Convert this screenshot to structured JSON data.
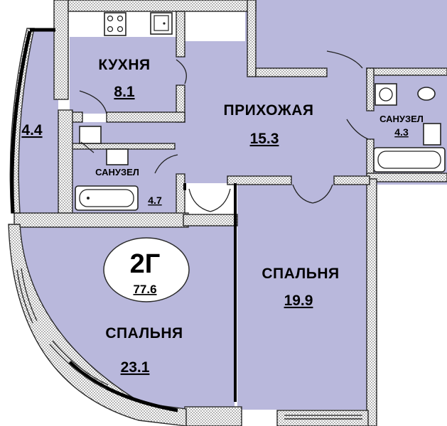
{
  "plan": {
    "apartment": {
      "type": "2Г",
      "total_area": "77.6"
    },
    "rooms": [
      {
        "id": "kitchen",
        "name": "КУХНЯ",
        "area": "8.1"
      },
      {
        "id": "balcony",
        "name": "",
        "area": "4.4"
      },
      {
        "id": "hallway",
        "name": "ПРИХОЖАЯ",
        "area": "15.3"
      },
      {
        "id": "bath-right",
        "name": "САНУЗЕЛ",
        "area": "4.3"
      },
      {
        "id": "bath-left",
        "name": "САНУЗЕЛ",
        "area": "4.7"
      },
      {
        "id": "bedroom-left",
        "name": "СПАЛЬНЯ",
        "area": "23.1"
      },
      {
        "id": "bedroom-right",
        "name": "СПАЛЬНЯ",
        "area": "19.9"
      }
    ]
  },
  "colors": {
    "room_fill": "#b9b8dc",
    "wall_outline": "#2b2b2b",
    "badge_fill": "#ffffff"
  }
}
